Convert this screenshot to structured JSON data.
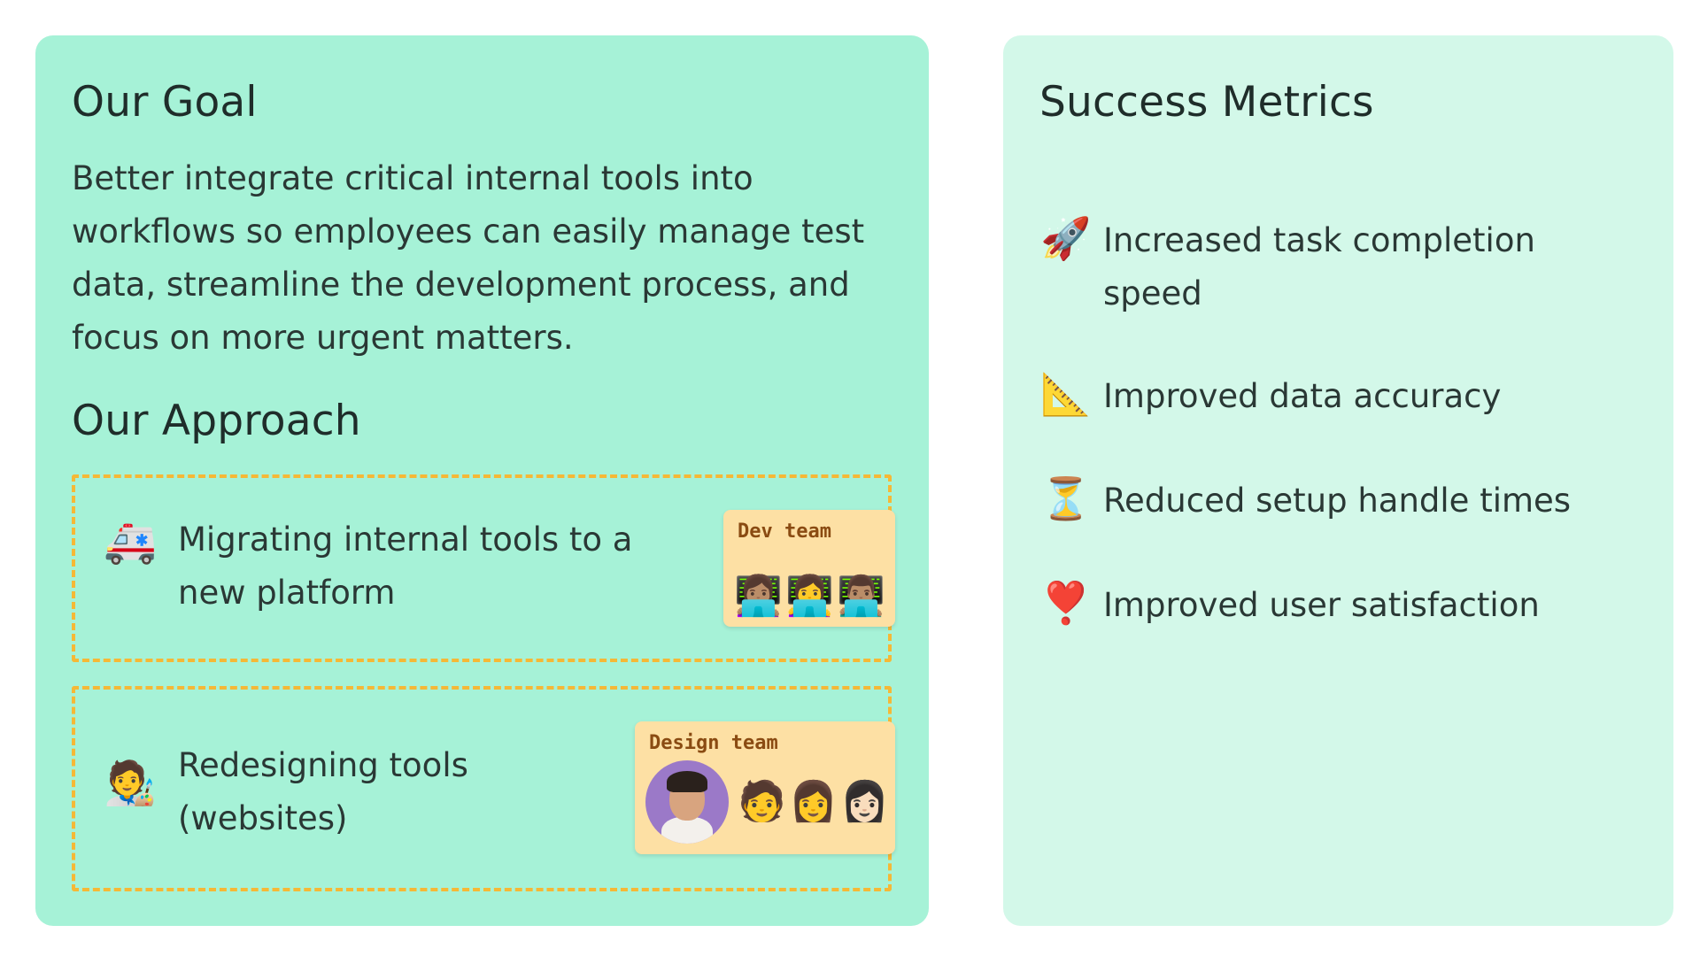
{
  "goal": {
    "title": "Our Goal",
    "text": "Better integrate critical internal tools into workflows so employees can easily manage test data, streamline the development process, and focus on more urgent matters."
  },
  "approach": {
    "title": "Our Approach",
    "items": [
      {
        "emoji": "🚑",
        "icon_name": "ambulance-icon",
        "text": "Migrating internal tools to a new platform",
        "team": {
          "label": "Dev team",
          "members": [
            "👩🏽‍💻",
            "👩‍💻",
            "👨🏽‍💻"
          ]
        }
      },
      {
        "emoji": "🧑‍🎨",
        "icon_name": "artist-icon",
        "text": "Redesigning tools (websites)",
        "team": {
          "label": "Design team",
          "members": [
            "🧑",
            "👩",
            "👩🏻"
          ]
        }
      }
    ]
  },
  "metrics": {
    "title": "Success Metrics",
    "items": [
      {
        "emoji": "🚀",
        "icon_name": "rocket-icon",
        "text": "Increased task completion speed"
      },
      {
        "emoji": "📐",
        "icon_name": "triangular-ruler-icon",
        "text": "Improved data accuracy"
      },
      {
        "emoji": "⏳",
        "icon_name": "hourglass-icon",
        "text": "Reduced setup handle times"
      },
      {
        "emoji": "❣️",
        "icon_name": "heart-exclamation-icon",
        "text": "Improved user satisfaction"
      }
    ]
  },
  "colors": {
    "goal_card": "#a6f2d7",
    "metrics_card": "#d3f8e9",
    "dashed_border": "#f5b836",
    "team_card": "#fde0a4",
    "team_label": "#8a4b12"
  }
}
